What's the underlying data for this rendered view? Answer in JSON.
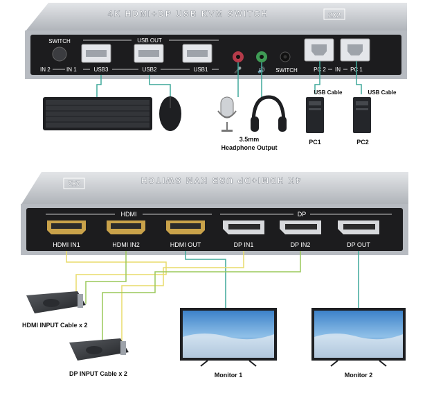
{
  "top_unit": {
    "title": "4K HDMI+DP USB KVM SWITCH",
    "badge": "2X2",
    "switch_label": "SWITCH",
    "in2": "IN 2",
    "in1": "IN 1",
    "usb_out": "USB OUT",
    "usb3": "USB3",
    "usb2": "USB2",
    "usb1": "USB1",
    "mic_glyph": "🎤",
    "spk_glyph": "🔊",
    "switch_port": "SWITCH",
    "pc2": "PC 2",
    "in_mid": "IN",
    "pc1": "PC 1"
  },
  "top_devices": {
    "headphone_line1": "3.5mm",
    "headphone_line2": "Headphone Output",
    "usb_cable_1": "USB Cable",
    "usb_cable_2": "USB Cable",
    "pc1": "PC1",
    "pc2": "PC2"
  },
  "bottom_unit": {
    "title": "4K HDMI+DP USB KVM SWITCH",
    "badge": "2X2",
    "hdmi_group": "HDMI",
    "dp_group": "DP",
    "ports": [
      "HDMI IN1",
      "HDMI IN2",
      "HDMI OUT",
      "DP IN1",
      "DP IN2",
      "DP OUT"
    ]
  },
  "bottom_devices": {
    "hdmi_cable_label": "HDMI INPUT Cable x 2",
    "dp_cable_label": "DP INPUT Cable x 2",
    "monitor1": "Monitor 1",
    "monitor2": "Monitor 2"
  },
  "colors": {
    "panel": "#1c1c1e",
    "casing": "#c9ccd1",
    "hdmi_gold": "#c9a24a",
    "dp_silver": "#d7d9dc",
    "wire_teal": "#3fa99a",
    "wire_yellow": "#e8dc6a",
    "wire_green": "#9ac85a"
  }
}
